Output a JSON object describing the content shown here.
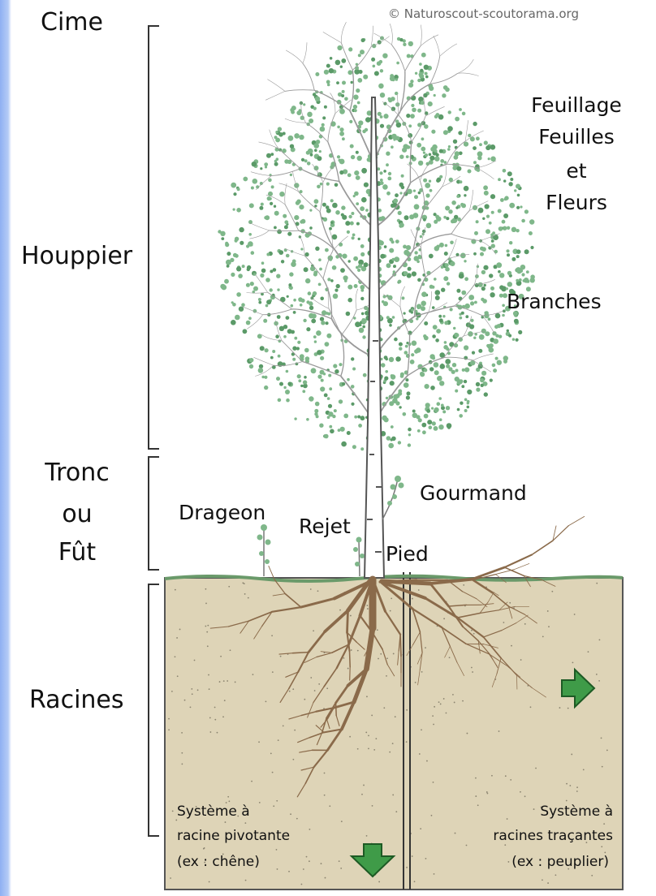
{
  "credit": "© Naturoscout-scoutorama.org",
  "left_labels": {
    "cime": "Cime",
    "houppier": "Houppier",
    "tronc_1": "Tronc",
    "tronc_2": "ou",
    "tronc_3": "Fût",
    "racines": "Racines"
  },
  "right_labels": {
    "feuillage_1": "Feuillage",
    "feuillage_2": "Feuilles",
    "feuillage_3": "et",
    "feuillage_4": "Fleurs",
    "branches": "Branches",
    "gourmand": "Gourmand"
  },
  "base_labels": {
    "drageon": "Drageon",
    "rejet": "Rejet",
    "pied": "Pied"
  },
  "root_systems": {
    "pivot_1": "Système à",
    "pivot_2": "racine pivotante",
    "pivot_3": "(ex : chêne)",
    "tracant_1": "Système à",
    "tracant_2": "racines traçantes",
    "tracant_3": "(ex : peuplier)"
  },
  "colors": {
    "foliage": "#7fb78a",
    "foliage_dark": "#5b9a68",
    "soil": "#ded4b7",
    "root": "#8a6a4a",
    "arrow": "#3f9b48",
    "grass": "#6a9a6a",
    "branch": "#9a9a9a"
  }
}
